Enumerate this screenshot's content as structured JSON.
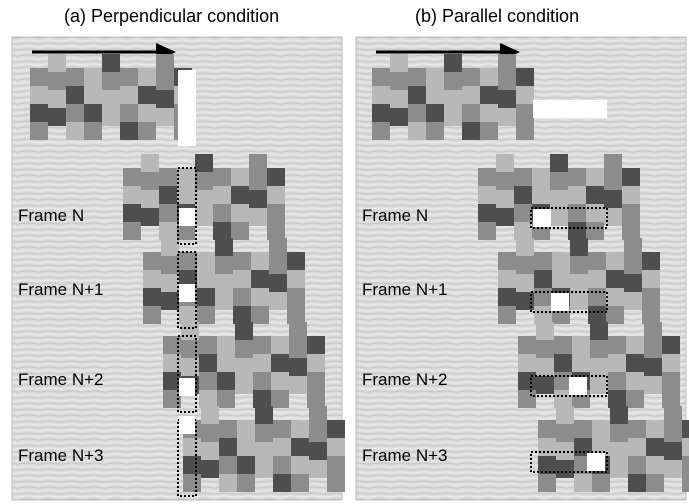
{
  "panels": {
    "a": {
      "title": "(a) Perpendicular condition",
      "frames": [
        "Frame N",
        "Frame N+1",
        "Frame N+2",
        "Frame N+3"
      ]
    },
    "b": {
      "title": "(b) Parallel condition",
      "frames": [
        "Frame N",
        "Frame N+1",
        "Frame N+2",
        "Frame N+3"
      ]
    }
  },
  "icons": {
    "motion_arrow": "right-arrow-icon"
  },
  "colors": {
    "background_texture": "#dcdcdc",
    "cell_light": "#b8b8b8",
    "cell_mid": "#8c8c8c",
    "cell_dark": "#4e4e4e",
    "cell_darker": "#3a3a3a",
    "window_white": "#ffffff",
    "aperture_outline": "#000000"
  }
}
